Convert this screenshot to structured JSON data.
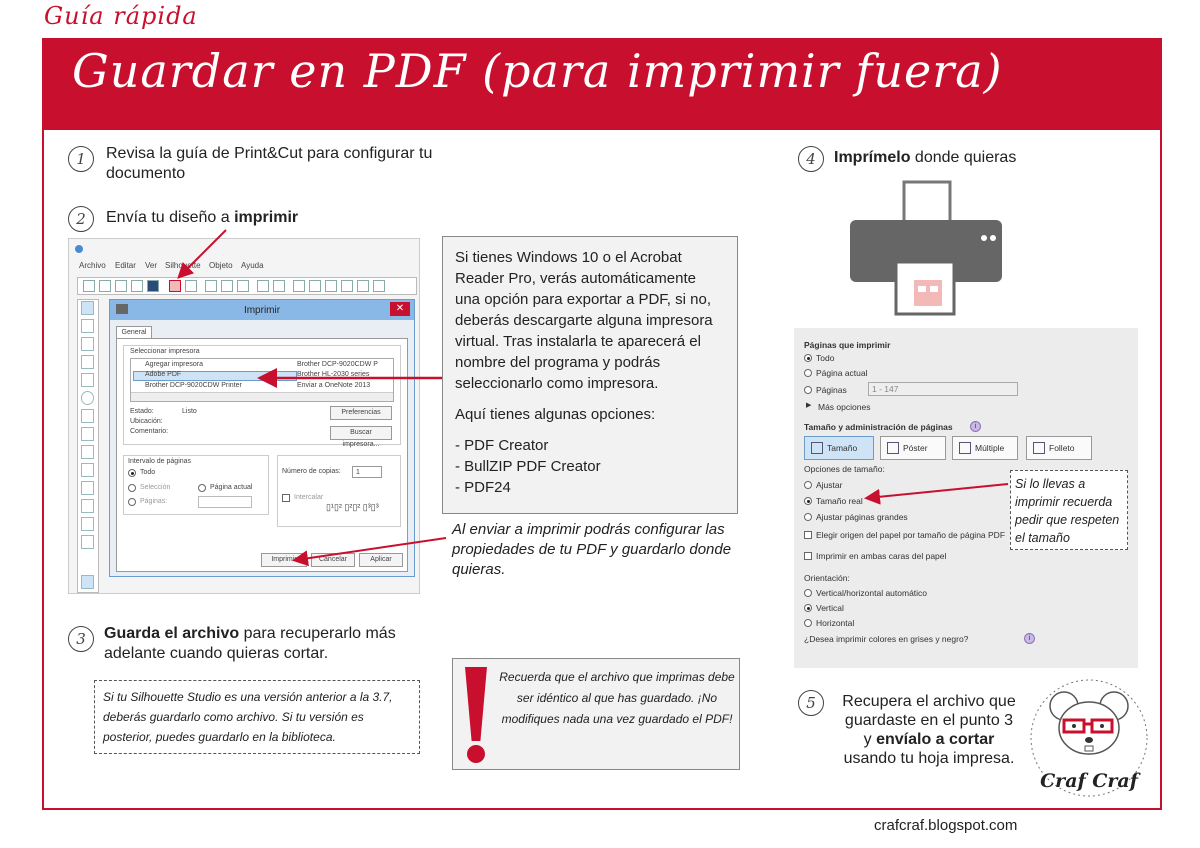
{
  "header": {
    "guia": "Guía rápida",
    "title": "Guardar en PDF (para imprimir fuera)"
  },
  "steps": {
    "s1": {
      "num": "1",
      "text": "Revisa la guía de Print&Cut para configurar tu documento"
    },
    "s2": {
      "num": "2",
      "text_a": "Envía tu diseño a ",
      "text_b": "imprimir"
    },
    "s3": {
      "num": "3",
      "bold": "Guarda el archivo",
      "text": " para recuperarlo más adelante cuando quieras cortar."
    },
    "s4": {
      "num": "4",
      "bold": "Imprímelo",
      "text": " donde quieras"
    },
    "s5": {
      "num": "5",
      "line1": "Recupera el archivo que",
      "line2": "guardaste en el punto 3",
      "line3a": "y ",
      "line3b": "envíalo a cortar",
      "line4": "usando tu hoja impresa."
    }
  },
  "info_box": {
    "p1": "Si tienes Windows 10 o el Acrobat Reader Pro, verás automáticamente una opción para exportar a PDF, si no, deberás descargarte alguna impresora virtual. Tras instalarla te aparecerá el nombre del programa y podrás seleccionarlo como impresora.",
    "p2": "Aquí tienes algunas opciones:",
    "options": [
      "- PDF Creator",
      "- BullZIP PDF Creator",
      "- PDF24"
    ]
  },
  "note_send": "Al enviar a imprimir podrás configurar las propiedades de tu PDF y guardarlo donde quieras.",
  "note_version": "Si tu Silhouette Studio es una versión anterior a la 3.7, deberás guardarlo como archivo. Si tu versión es posterior, puedes guardarlo en la biblioteca.",
  "note_warning": "Recuerda que el archivo que imprimas debe ser idéntico al que has guardado. ¡No modifiques nada una vez guardado el PDF!",
  "note_size": "Si lo llevas a imprimir recuerda pedir que respeten el tamaño",
  "silhouette": {
    "menu": [
      "Archivo",
      "Editar",
      "Ver",
      "Silhouette",
      "Objeto",
      "Ayuda"
    ],
    "dialog_title": "Imprimir",
    "tab": "General",
    "select_printer": "Seleccionar impresora",
    "printers_left": [
      "Agregar impresora",
      "Adobe PDF",
      "Brother DCP-9020CDW Printer"
    ],
    "printers_right": [
      "Brother DCP-9020CDW P",
      "Brother HL-2030 series",
      "Enviar a OneNote 2013"
    ],
    "estado_label": "Estado:",
    "estado_val": "Listo",
    "ubicacion": "Ubicación:",
    "comentario": "Comentario:",
    "preferencias": "Preferencias",
    "buscar": "Buscar impresora...",
    "intervalo": "Intervalo de páginas",
    "todo": "Todo",
    "seleccion": "Selección",
    "pagina_actual": "Página actual",
    "paginas": "Páginas:",
    "copias": "Número de copias:",
    "copias_val": "1",
    "intercalar": "Intercalar",
    "imprimir": "Imprimir",
    "cancelar": "Cancelar",
    "aplicar": "Aplicar"
  },
  "print_settings": {
    "h1": "Páginas que imprimir",
    "todo": "Todo",
    "actual": "Página actual",
    "paginas": "Páginas",
    "paginas_val": "1 - 147",
    "mas": "Más opciones",
    "h2": "Tamaño y administración de páginas",
    "btns": [
      "Tamaño",
      "Póster",
      "Múltiple",
      "Folleto"
    ],
    "opciones": "Opciones de tamaño:",
    "ajustar": "Ajustar",
    "real": "Tamaño real",
    "grandes": "Ajustar páginas grandes",
    "origen": "Elegir origen del papel por tamaño de página PDF",
    "ambas": "Imprimir en ambas caras del papel",
    "orientacion": "Orientación:",
    "auto": "Vertical/horizontal automático",
    "vertical": "Vertical",
    "horizontal": "Horizontal",
    "grises": "¿Desea imprimir colores en grises y negro?"
  },
  "logo": {
    "text": "Craf Craf"
  },
  "footer": {
    "url": "crafcraf.blogspot.com"
  }
}
